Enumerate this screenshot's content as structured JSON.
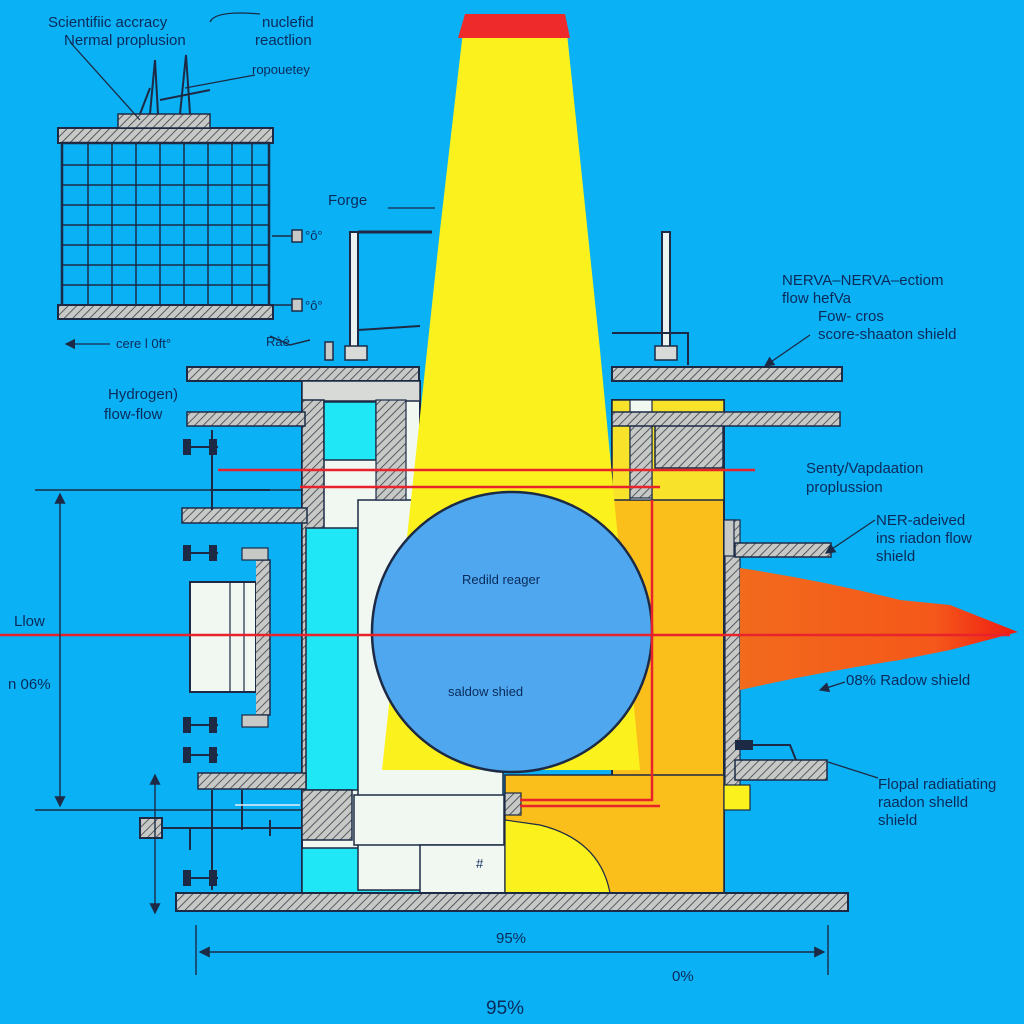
{
  "colors": {
    "background": "#0ab1f4",
    "core": "#fbf21d",
    "core_tip": "#ef2a2a",
    "reactor_vessel": "#4fa8ef",
    "shield_panel": "#20e7f5",
    "inner_liner": "#f1f8f2",
    "outer_shell": "#fbbf1c",
    "exhaust_flame": "#f26a1c",
    "red_line": "#e8232b",
    "hatched_part": "#c7c9c7",
    "outline": "#1c2a45"
  },
  "labels": {
    "scientific_accuracy": "Scientifiic accracy",
    "normal_propulsion": "Nermal   proplusion",
    "nucleid": "nuclefid",
    "reaction": "reactlion",
    "roposuety": "ropouetey",
    "forge": "Forge",
    "core_label": "cere l 0ft°",
    "small_tag_1": "°ô°",
    "small_tag_2": "°ô°",
    "small_tag_3": "Ràé",
    "hydrogen_flow_1": "Hydrogen)",
    "hydrogen_flow_2": "flow-flow",
    "nerva_1": "NERVA–NERVA–ectiom",
    "nerva_2": "flow hefVa",
    "fow_cros": "Fow- cros",
    "score_shaton": "score-shaaton shield",
    "senty_application": "Senty/Vapdaation",
    "senty_propulsion": "proplussion",
    "ner_adeived_1": "NER-adeived",
    "ner_adeived_2": "ins riadon flow",
    "ner_adeived_3": "shield",
    "llow": "Llow",
    "n06": "n 06%",
    "redild_reager": "Redild reager",
    "saldow_shied": "saldow shied",
    "radow_shield": "08% Radow shield",
    "floral_1": "Flopal radiatiating",
    "floral_2": "raadon shelld",
    "floral_3": "shield",
    "dim_95_top": "95%",
    "dim_0": "0%",
    "dim_95_bottom": "95%",
    "hash_mark": "#"
  }
}
